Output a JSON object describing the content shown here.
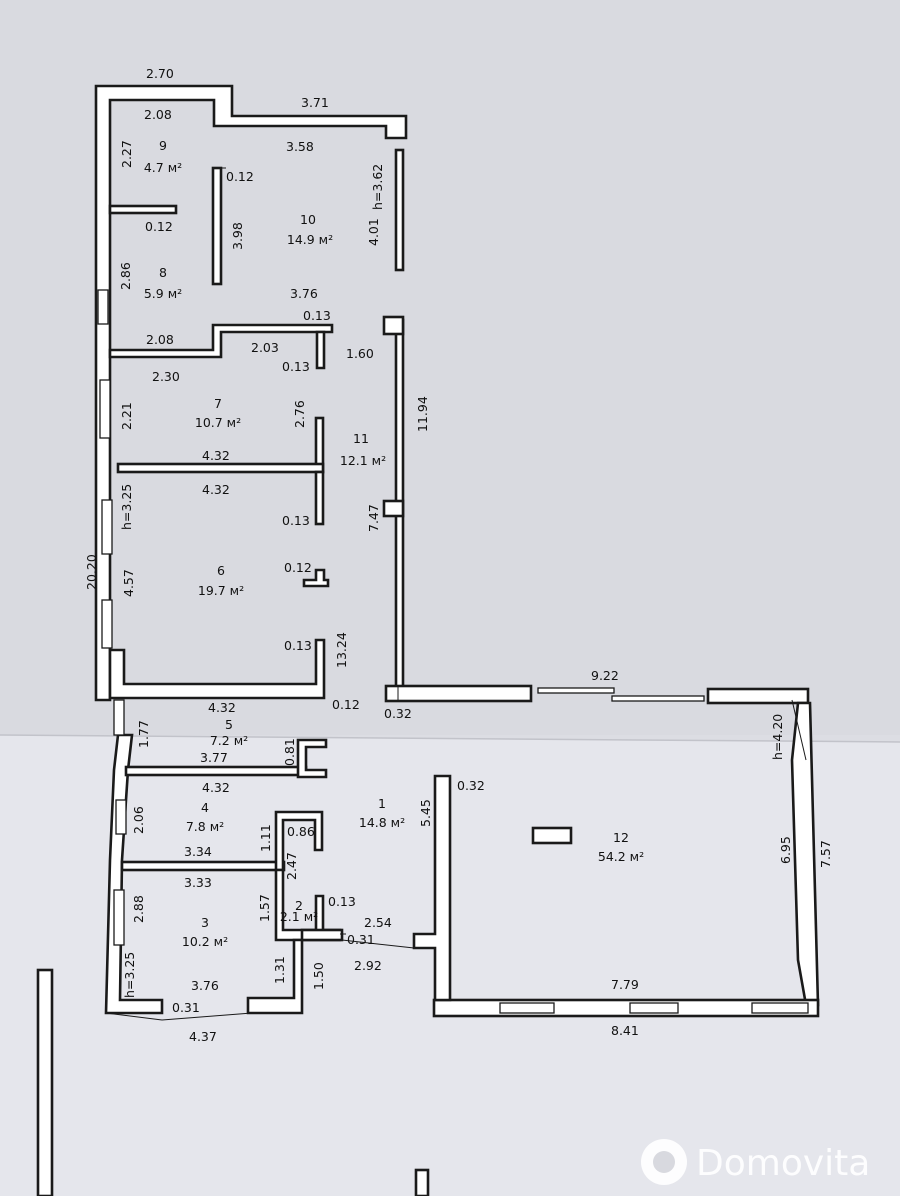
{
  "rooms": [
    {
      "number": "1",
      "area": "14.8 м²"
    },
    {
      "number": "2",
      "area": "2.1 м²"
    },
    {
      "number": "3",
      "area": "10.2 м²"
    },
    {
      "number": "4",
      "area": "7.8 м²"
    },
    {
      "number": "5",
      "area": "7.2 м²"
    },
    {
      "number": "6",
      "area": "19.7 м²"
    },
    {
      "number": "7",
      "area": "10.7 м²"
    },
    {
      "number": "8",
      "area": "5.9 м²"
    },
    {
      "number": "9",
      "area": "4.7 м²"
    },
    {
      "number": "10",
      "area": "14.9 м²"
    },
    {
      "number": "11",
      "area": "12.1 м²"
    },
    {
      "number": "12",
      "area": "54.2 м²"
    }
  ],
  "dimensions": [
    "2.70",
    "3.71",
    "2.08",
    "3.58",
    "2.27",
    "0.12",
    "0.12",
    "3.98",
    "h=3.62",
    "4.01",
    "2.86",
    "3.76",
    "0.13",
    "2.08",
    "2.03",
    "0.13",
    "1.60",
    "2.30",
    "2.21",
    "2.76",
    "11.94",
    "4.32",
    "4.32",
    "h=3.25",
    "0.13",
    "7.47",
    "20.20",
    "4.57",
    "0.12",
    "0.13",
    "13.24",
    "4.32",
    "0.12",
    "0.32",
    "9.22",
    "1.77",
    "0.81",
    "3.77",
    "4.32",
    "0.32",
    "h=4.20",
    "5.45",
    "2.06",
    "1.11",
    "0.86",
    "3.34",
    "2.47",
    "3.33",
    "1.57",
    "0.13",
    "2.88",
    "2.54",
    "0.31",
    "2.92",
    "6.95",
    "7.57",
    "h=3.25",
    "3.76",
    "1.31",
    "1.50",
    "7.79",
    "0.31",
    "4.37",
    "8.41"
  ],
  "watermark": {
    "brand": "Domovita"
  }
}
